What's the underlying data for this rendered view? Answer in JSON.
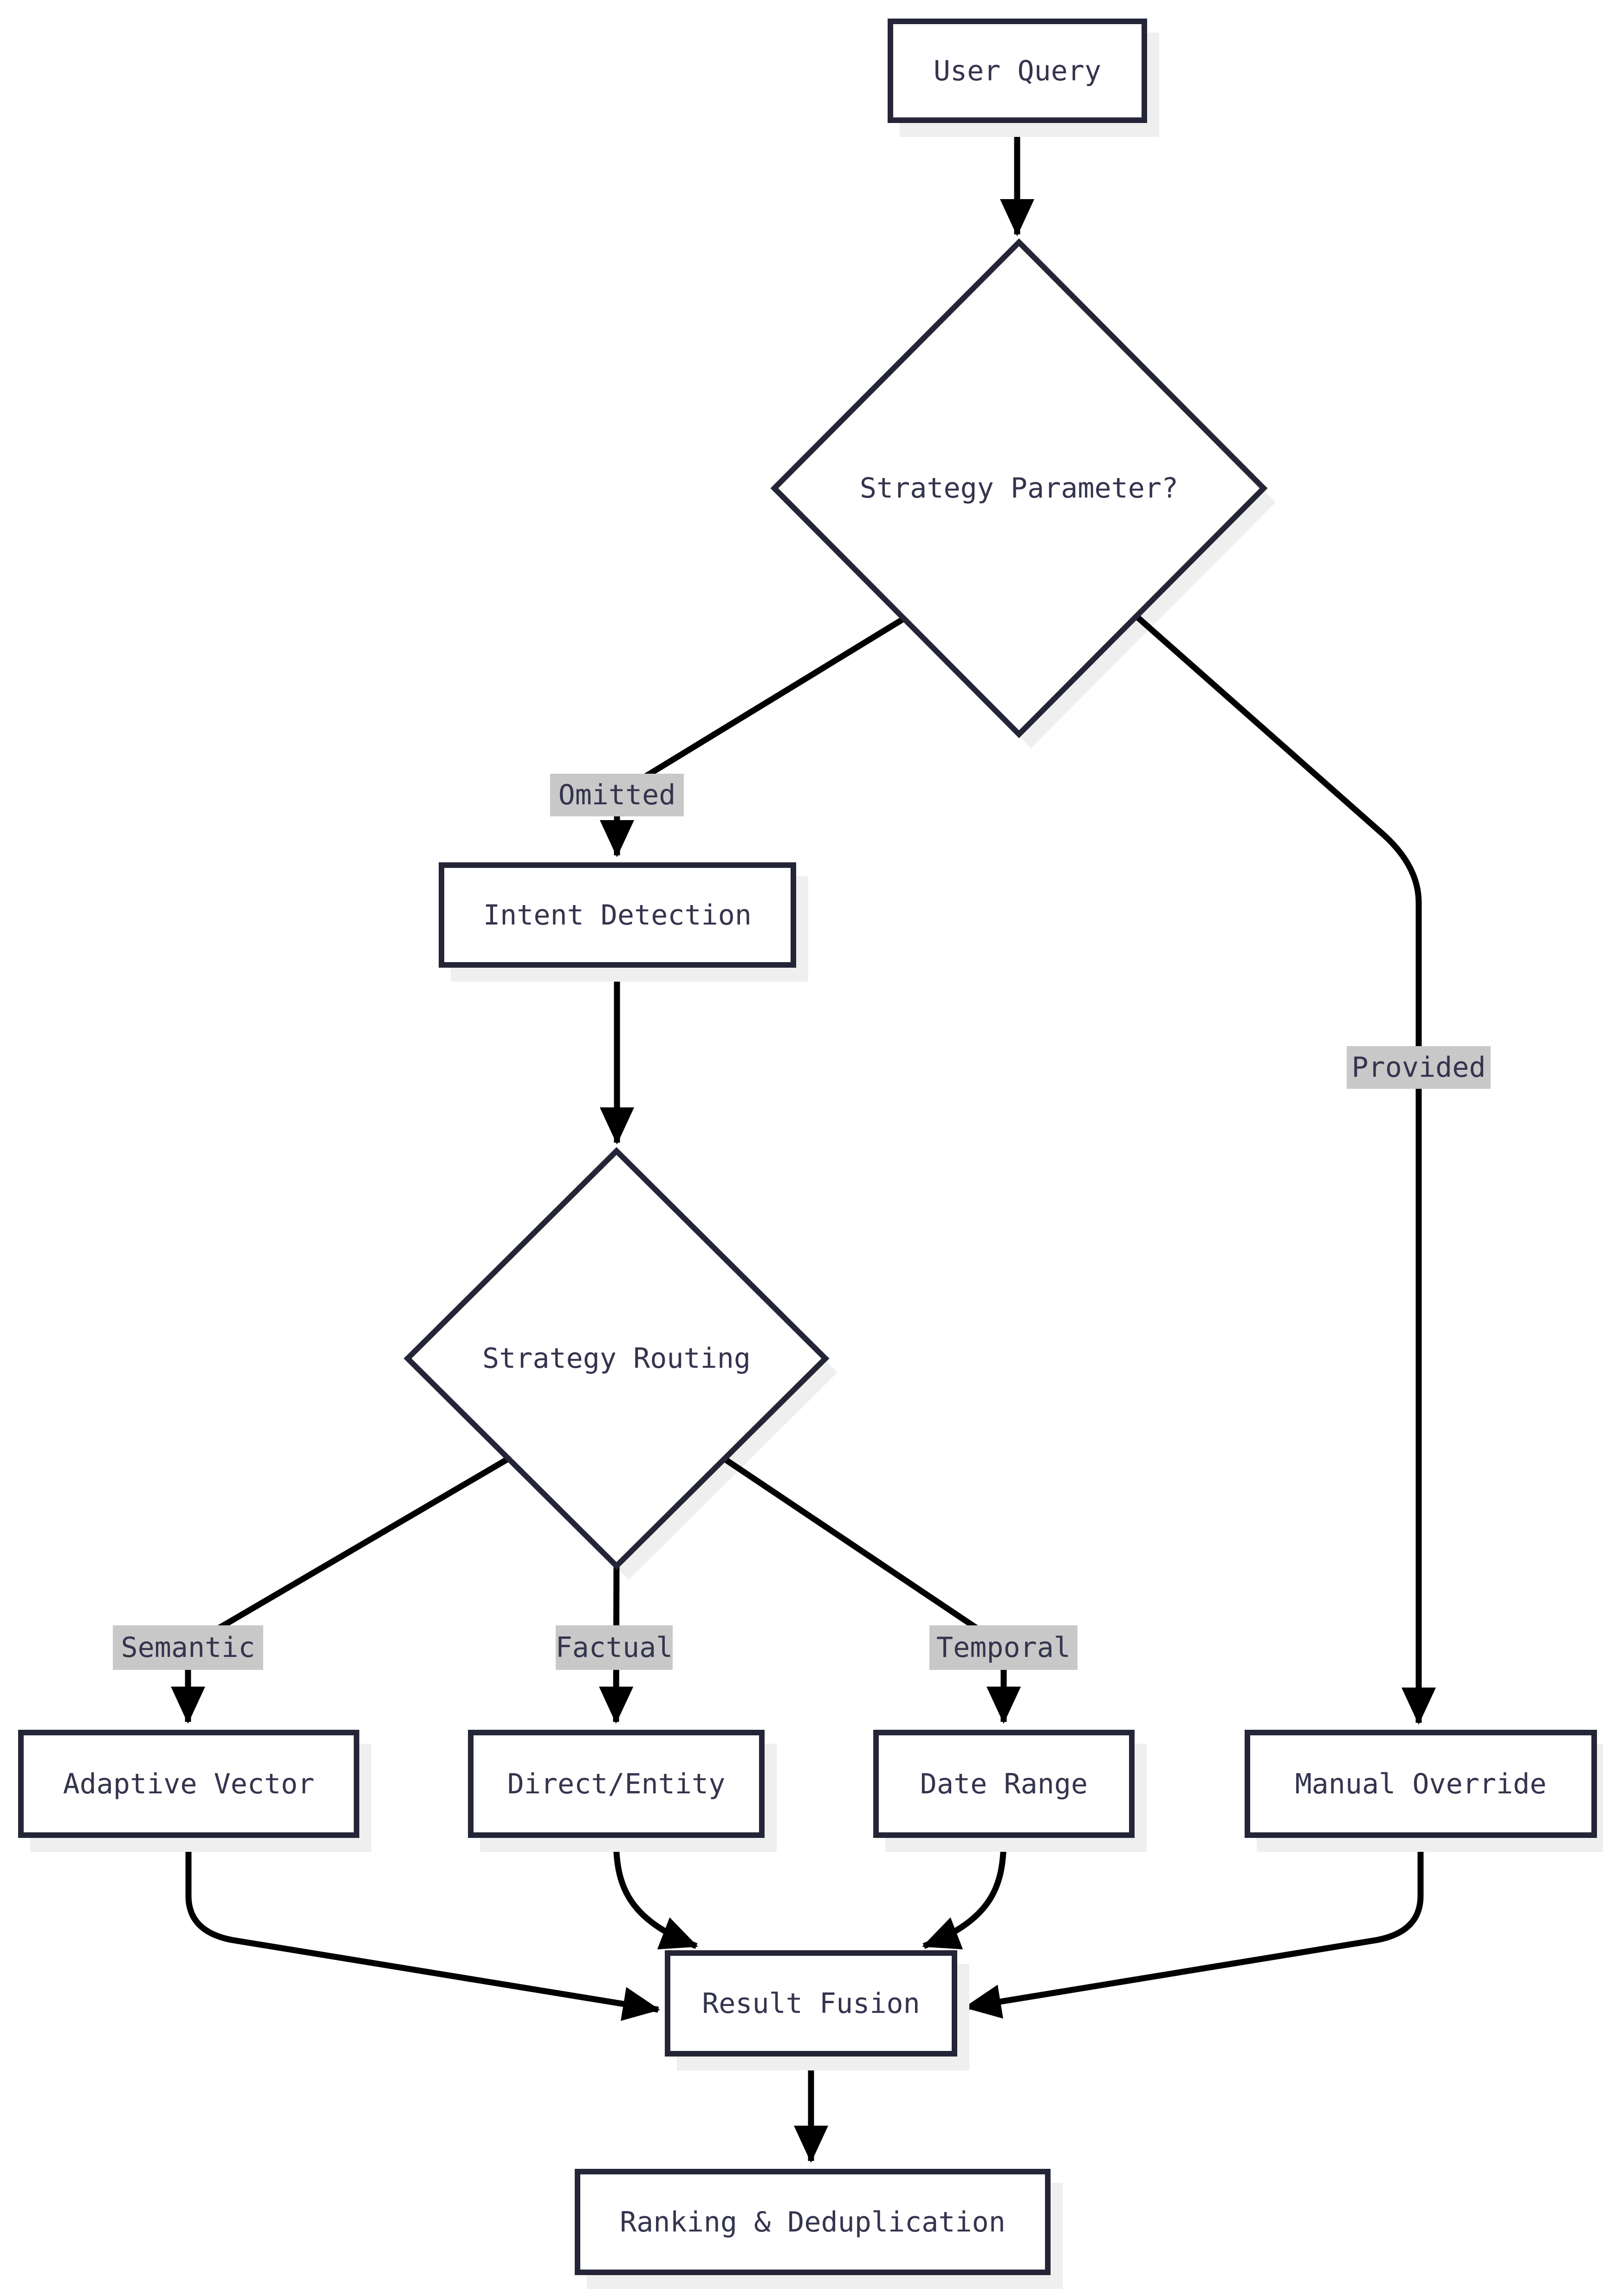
{
  "diagram": {
    "type": "flowchart",
    "direction": "top-down",
    "nodes": [
      {
        "id": "user_query",
        "label": "User Query",
        "shape": "rect"
      },
      {
        "id": "strategy_parameter",
        "label": "Strategy Parameter?",
        "shape": "diamond"
      },
      {
        "id": "intent_detection",
        "label": "Intent Detection",
        "shape": "rect"
      },
      {
        "id": "strategy_routing",
        "label": "Strategy Routing",
        "shape": "diamond"
      },
      {
        "id": "adaptive_vector",
        "label": "Adaptive Vector",
        "shape": "rect"
      },
      {
        "id": "direct_entity",
        "label": "Direct/Entity",
        "shape": "rect"
      },
      {
        "id": "date_range",
        "label": "Date Range",
        "shape": "rect"
      },
      {
        "id": "manual_override",
        "label": "Manual Override",
        "shape": "rect"
      },
      {
        "id": "result_fusion",
        "label": "Result Fusion",
        "shape": "rect"
      },
      {
        "id": "ranking_dedup",
        "label": "Ranking & Deduplication",
        "shape": "rect"
      }
    ],
    "edges": [
      {
        "from": "user_query",
        "to": "strategy_parameter",
        "label": ""
      },
      {
        "from": "strategy_parameter",
        "to": "intent_detection",
        "label": "Omitted"
      },
      {
        "from": "strategy_parameter",
        "to": "manual_override",
        "label": "Provided"
      },
      {
        "from": "intent_detection",
        "to": "strategy_routing",
        "label": ""
      },
      {
        "from": "strategy_routing",
        "to": "adaptive_vector",
        "label": "Semantic"
      },
      {
        "from": "strategy_routing",
        "to": "direct_entity",
        "label": "Factual"
      },
      {
        "from": "strategy_routing",
        "to": "date_range",
        "label": "Temporal"
      },
      {
        "from": "adaptive_vector",
        "to": "result_fusion",
        "label": ""
      },
      {
        "from": "direct_entity",
        "to": "result_fusion",
        "label": ""
      },
      {
        "from": "date_range",
        "to": "result_fusion",
        "label": ""
      },
      {
        "from": "manual_override",
        "to": "result_fusion",
        "label": ""
      },
      {
        "from": "result_fusion",
        "to": "ranking_dedup",
        "label": ""
      }
    ],
    "colors": {
      "node_border": "#252538",
      "node_fill": "#ffffff",
      "node_text": "#34344e",
      "edge_stroke": "#000000",
      "edge_label_background": "#c8c8c8",
      "shadow": "#efefef",
      "page_background": "#ffffff"
    }
  }
}
